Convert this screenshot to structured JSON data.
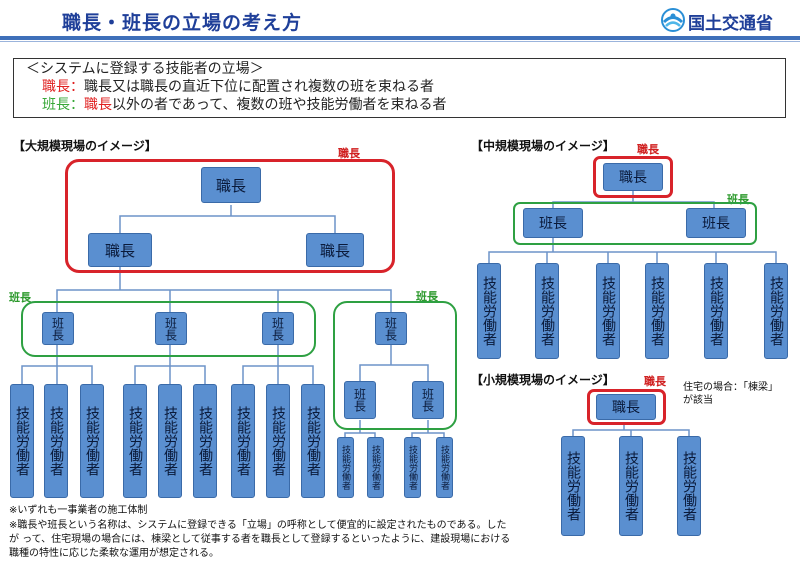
{
  "title": "職長・班長の立場の考え方",
  "brand": "国土交通省",
  "definition": {
    "line1": "＜システムに登録する技能者の立場＞",
    "shokucho_label": "職長：",
    "shokucho_text": "職長又は職長の直近下位に配置され複数の班を束ねる者",
    "hancho_label": "班長：",
    "hancho_emph": "職長",
    "hancho_text": "以外の者であって、複数の班や技能労働者を束ねる者"
  },
  "sections": {
    "large": "【大規模現場のイメージ】",
    "medium": "【中規模現場のイメージ】",
    "small": "【小規模現場のイメージ】"
  },
  "labels": {
    "shokucho": "職長",
    "hancho": "班長"
  },
  "nodes": {
    "shokucho": "職長",
    "hancho": "班長",
    "worker": "技能労働者"
  },
  "small_note": "住宅の場合：「棟梁」\nが該当",
  "footnotes": {
    "n1": "※いずれも一事業者の施工体制",
    "n2": "※職長や班長という名称は、システムに登録できる「立場」の呼称として便宜的に設定されたものである。した",
    "n3": "が って、住宅現場の場合には、棟梁として従事する者を職長として登録するといったように、建設現場における",
    "n4": "職種の特性に応じた柔軟な運用が想定される。"
  },
  "colors": {
    "accent": "#1f3f99",
    "node": "#5a8fd0",
    "red": "#d8232a",
    "green": "#2ea042"
  }
}
